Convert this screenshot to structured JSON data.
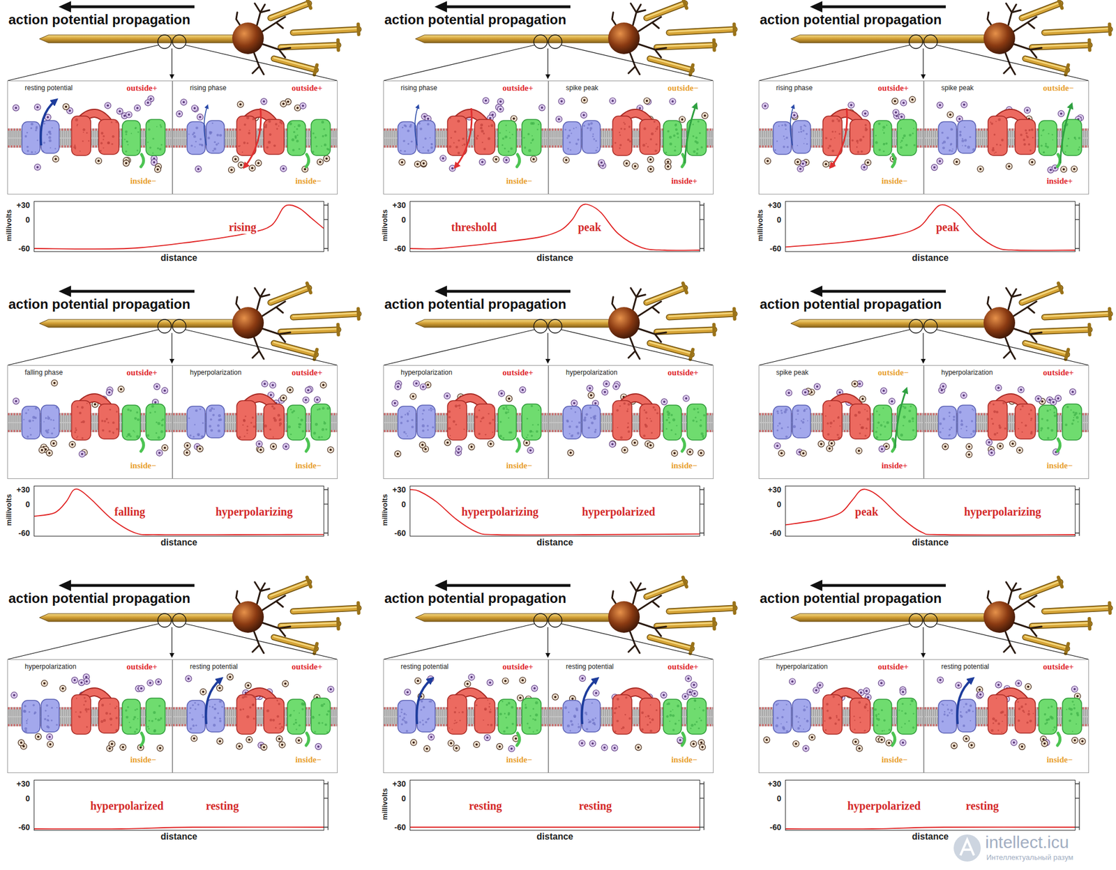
{
  "diagram": {
    "nodes": [
      {
        "text": [
          "resting potential",
          "outside+",
          "inside−"
        ]
      },
      {
        "text": [
          "rising phase",
          "outside+",
          "inside−"
        ]
      },
      {
        "text": [
          "+30",
          "0",
          "-60",
          "millivolts",
          "rising",
          "distance"
        ]
      },
      {
        "text": [
          "rising phase",
          "outside+",
          "inside−"
        ]
      },
      {
        "text": [
          "spike peak",
          "outside−",
          "inside+"
        ]
      },
      {
        "text": [
          "+30",
          "0",
          "-60",
          "millivolts",
          "threshold",
          "peak",
          "distance"
        ]
      },
      {
        "text": [
          "rising phase",
          "outside+",
          "inside−"
        ]
      },
      {
        "text": [
          "spike peak",
          "outside−",
          "inside+"
        ]
      },
      {
        "text": [
          "+30",
          "0",
          "-60",
          "millivolts",
          "peak",
          "distance"
        ]
      },
      {
        "text": [
          "falling phase",
          "outside+",
          "inside−"
        ]
      },
      {
        "text": [
          "hyperpolarization",
          "outside+",
          "inside−"
        ]
      },
      {
        "text": [
          "+30",
          "0",
          "-60",
          "millivolts",
          "falling",
          "hyperpolarizing",
          "distance"
        ]
      },
      {
        "text": [
          "hyperpolarization",
          "outside+",
          "inside−"
        ]
      },
      {
        "text": [
          "hyperpolarization",
          "outside+",
          "inside−"
        ]
      },
      {
        "text": [
          "+30",
          "0",
          "-60",
          "millivolts",
          "hyperpolarizing",
          "hyperpolarized",
          "distance"
        ]
      },
      {
        "text": [
          "spike peak",
          "outside−",
          "inside+"
        ]
      },
      {
        "text": [
          "hyperpolarization",
          "outside+",
          "inside−"
        ]
      },
      {
        "text": [
          "+30",
          "0",
          "-60",
          "peak",
          "hyperpolarizing",
          "distance"
        ]
      },
      {
        "text": [
          "hyperpolarization",
          "outside+",
          "inside−"
        ]
      },
      {
        "text": [
          "resting potential",
          "outside+",
          "inside−"
        ]
      },
      {
        "text": [
          "+30",
          "0",
          "-60",
          "hyperpolarized",
          "resting",
          "distance"
        ]
      },
      {
        "text": [
          "resting potential",
          "outside+",
          "inside−"
        ]
      },
      {
        "text": [
          "resting potential",
          "outside+",
          "inside−"
        ]
      },
      {
        "text": [
          "+30",
          "0",
          "-60",
          "millivolts",
          "resting",
          "resting",
          "distance"
        ]
      },
      {
        "text": [
          "hyperpolarization",
          "outside+",
          "inside−"
        ]
      },
      {
        "text": [
          "resting potential",
          "outside+",
          "inside−"
        ]
      },
      {
        "text": [
          "+30",
          "0",
          "-60",
          "hyperpolarized",
          "resting",
          "distance"
        ]
      }
    ],
    "labels": [
      "action potential propagation",
      "action potential propagation",
      "action potential propagation",
      "action potential propagation",
      "action potential propagation",
      "action potential propagation",
      "action potential propagation",
      "action potential propagation",
      "action potential propagation",
      "intellect.icu",
      "Интеллектуальный разум"
    ]
  }
}
